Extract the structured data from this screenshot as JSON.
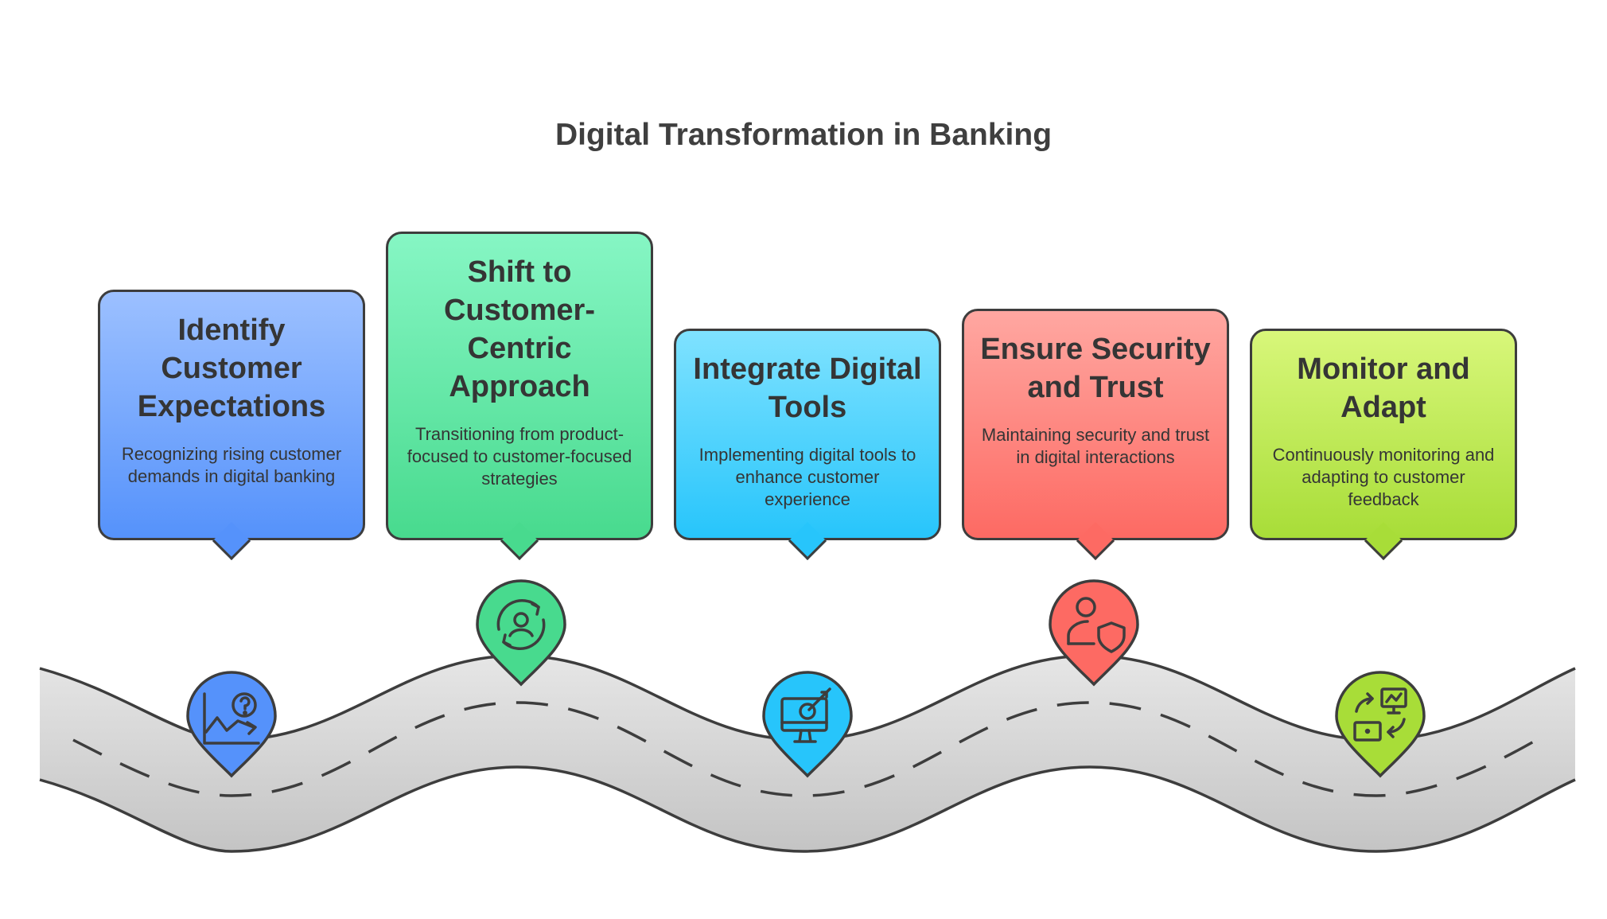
{
  "title": "Digital Transformation in Banking",
  "steps": [
    {
      "title": "Identify Customer Expectations",
      "description": "Recognizing rising customer demands in digital banking",
      "icon": "chart-question-icon",
      "color": "#5592fb"
    },
    {
      "title": "Shift to Customer-Centric Approach",
      "description": "Transitioning from product-focused to customer-focused strategies",
      "icon": "user-cycle-icon",
      "color": "#48da8e"
    },
    {
      "title": "Integrate Digital Tools",
      "description": "Implementing digital tools to enhance customer experience",
      "icon": "monitor-target-icon",
      "color": "#27c5fb"
    },
    {
      "title": "Ensure Security and Trust",
      "description": "Maintaining security and trust in digital interactions",
      "icon": "user-shield-icon",
      "color": "#fd6a63"
    },
    {
      "title": "Monitor and Adapt",
      "description": "Continuously monitoring and adapting to customer feedback",
      "icon": "monitor-adapt-icon",
      "color": "#a8dd38"
    }
  ]
}
